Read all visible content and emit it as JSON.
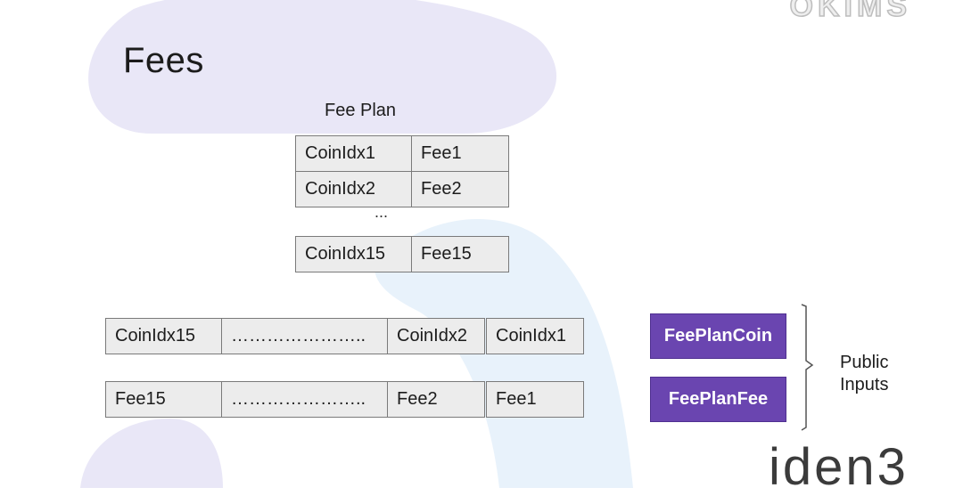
{
  "slide": {
    "title": "Fees",
    "logo_top": "OKIMS",
    "brand_logo": "iden3"
  },
  "fee_plan": {
    "label": "Fee Plan",
    "rows": [
      {
        "coin": "CoinIdx1",
        "fee": "Fee1"
      },
      {
        "coin": "CoinIdx2",
        "fee": "Fee2"
      }
    ],
    "ellipsis": "...",
    "last_row": {
      "coin": "CoinIdx15",
      "fee": "Fee15"
    }
  },
  "coin_array": [
    "CoinIdx15",
    "…………………..",
    "CoinIdx2",
    "CoinIdx1"
  ],
  "fee_array": [
    "Fee15",
    "…………………..",
    "Fee2",
    "Fee1"
  ],
  "public_inputs": {
    "items": [
      "FeePlanCoin",
      "FeePlanFee"
    ],
    "label_line1": "Public",
    "label_line2": "Inputs",
    "color": "#6a45b0"
  },
  "colors": {
    "cell_fill": "#ececec",
    "cell_border": "#7a7a7a",
    "bg_blob": "#e9e7f7",
    "bg_arc": "#e8f2fb"
  }
}
